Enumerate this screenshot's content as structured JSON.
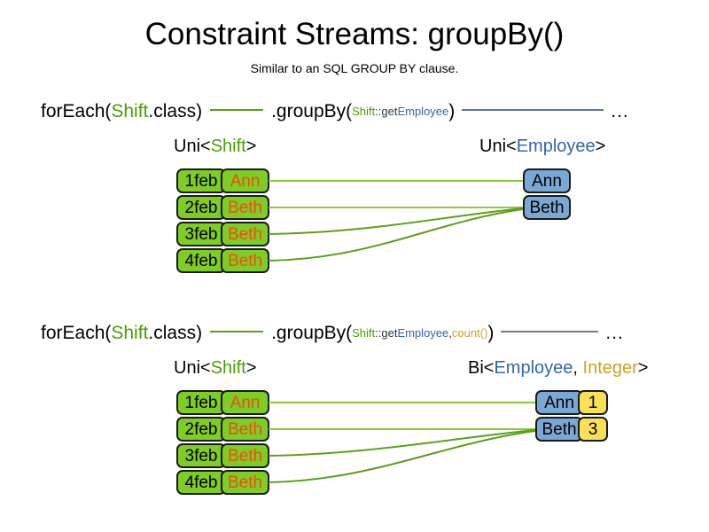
{
  "header": {
    "title": "Constraint Streams: groupBy()",
    "subtitle": "Similar to an SQL GROUP BY clause."
  },
  "colors": {
    "shift_green": "#7FCC28",
    "employee_blue": "#7BA7D4",
    "count_yellow": "#FAE05A",
    "name_orange": "#E8500F",
    "token_green": "#4E9A06",
    "token_blue": "#3465A4",
    "token_gold": "#C9A227",
    "wire_green": "#5C9E1F",
    "wire_blue": "#5878A8",
    "wire_purple": "#8A6E99"
  },
  "sections": [
    {
      "id": "groupby-key-only",
      "signature": {
        "foreach_open": "forEach(",
        "foreach_type": "Shift",
        "foreach_close": ".class)",
        "groupby_open": ".groupBy(",
        "arg_class": "Shift",
        "arg_sep": "::get",
        "arg_property": "Employee",
        "groupby_close": ")",
        "ellipsis": "..."
      },
      "left_label": {
        "prefix": "Uni<",
        "type": "Shift",
        "suffix": ">"
      },
      "right_label": {
        "prefix": "Uni<",
        "type": "Employee",
        "suffix": ">"
      },
      "shifts": [
        {
          "date": "1feb",
          "employee": "Ann"
        },
        {
          "date": "2feb",
          "employee": "Beth"
        },
        {
          "date": "3feb",
          "employee": "Beth"
        },
        {
          "date": "4feb",
          "employee": "Beth"
        }
      ],
      "groups": [
        {
          "employee": "Ann"
        },
        {
          "employee": "Beth"
        }
      ]
    },
    {
      "id": "groupby-key-count",
      "signature": {
        "foreach_open": "forEach(",
        "foreach_type": "Shift",
        "foreach_close": ".class)",
        "groupby_open": ".groupBy(",
        "arg_class": "Shift",
        "arg_sep": "::get",
        "arg_property": "Employee",
        "arg_comma": ", ",
        "arg_collector": "count()",
        "groupby_close": ")",
        "ellipsis": "..."
      },
      "left_label": {
        "prefix": "Uni<",
        "type": "Shift",
        "suffix": ">"
      },
      "right_label": {
        "prefix": "Bi<",
        "type": "Employee",
        "separator": ", ",
        "type2": "Integer",
        "suffix": ">"
      },
      "shifts": [
        {
          "date": "1feb",
          "employee": "Ann"
        },
        {
          "date": "2feb",
          "employee": "Beth"
        },
        {
          "date": "3feb",
          "employee": "Beth"
        },
        {
          "date": "4feb",
          "employee": "Beth"
        }
      ],
      "groups": [
        {
          "employee": "Ann",
          "count": "1"
        },
        {
          "employee": "Beth",
          "count": "3"
        }
      ]
    }
  ]
}
